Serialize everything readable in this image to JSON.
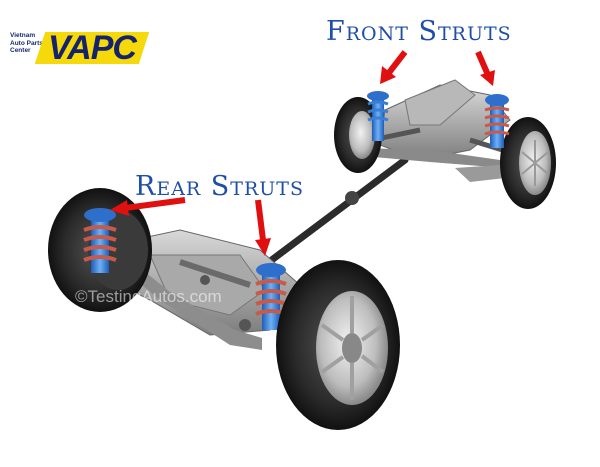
{
  "labels": {
    "front_struts": "Front Struts",
    "rear_struts": "Rear Struts"
  },
  "logo": {
    "line1": "Vietnam",
    "line2": "Auto Parts",
    "line3": "Center",
    "wordmark": "VAPC"
  },
  "watermark": "©TestingAutos.com",
  "colors": {
    "label_text": "#1f4ea8",
    "arrow": "#e01010",
    "logo_yellow": "#f5d90a",
    "logo_navy": "#14236b",
    "strut_blue": "#3a7fd6",
    "spring_red": "#c85a4a"
  }
}
